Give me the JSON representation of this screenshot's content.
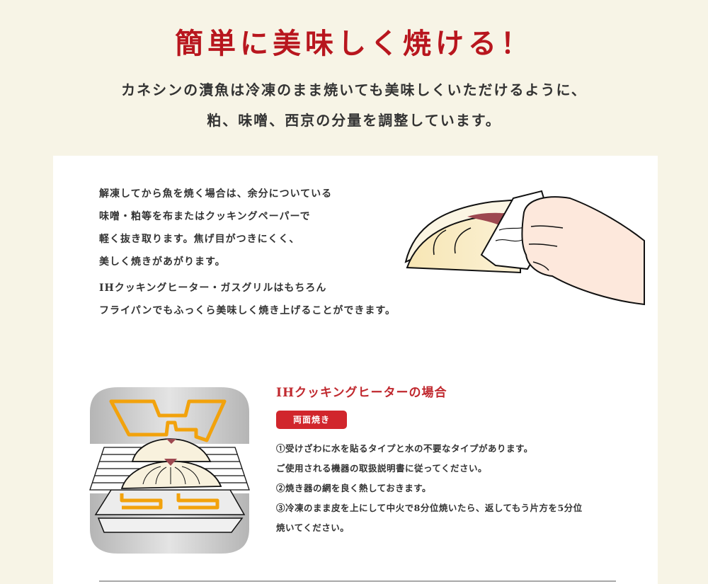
{
  "hero": {
    "title": "簡単に美味しく焼ける！",
    "subtitle_line1": "カネシンの漬魚は冷凍のまま焼いても美味しくいただけるように、",
    "subtitle_line2": "粕、味噌、西京の分量を調整しています。"
  },
  "intro": {
    "paragraph1": [
      "解凍してから魚を焼く場合は、余分についている",
      "味噌・粕等を布またはクッキングペーパーで",
      "軽く抜き取ります。焦げ目がつきにくく、",
      "美しく焼きがあがります。"
    ],
    "paragraph2": [
      "IHクッキングヒーター・ガスグリルはもちろん",
      "フライパンでもふっくら美味しく焼き上げることができます。"
    ],
    "illustration": "hand-wiping-fish-with-paper"
  },
  "ih_section": {
    "title": "IHクッキングヒーターの場合",
    "badge": "両面焼き",
    "steps": [
      "①受けざわに水を貼るタイプと水の不要なタイプがあります。",
      "ご使用される機器の取扱説明書に従ってください。",
      "②焼き器の網を良く熱しておきます。",
      "③冷凍のまま皮を上にして中火で8分位焼いたら、返してもう片方を5分位",
      "焼いてください。"
    ],
    "illustration": "ih-grill-with-fish"
  },
  "colors": {
    "background": "#f7f4e6",
    "title_red": "#b8161e",
    "section_red": "#c0282e",
    "badge_red": "#d1262c",
    "heater_orange": "#f2a20c"
  }
}
